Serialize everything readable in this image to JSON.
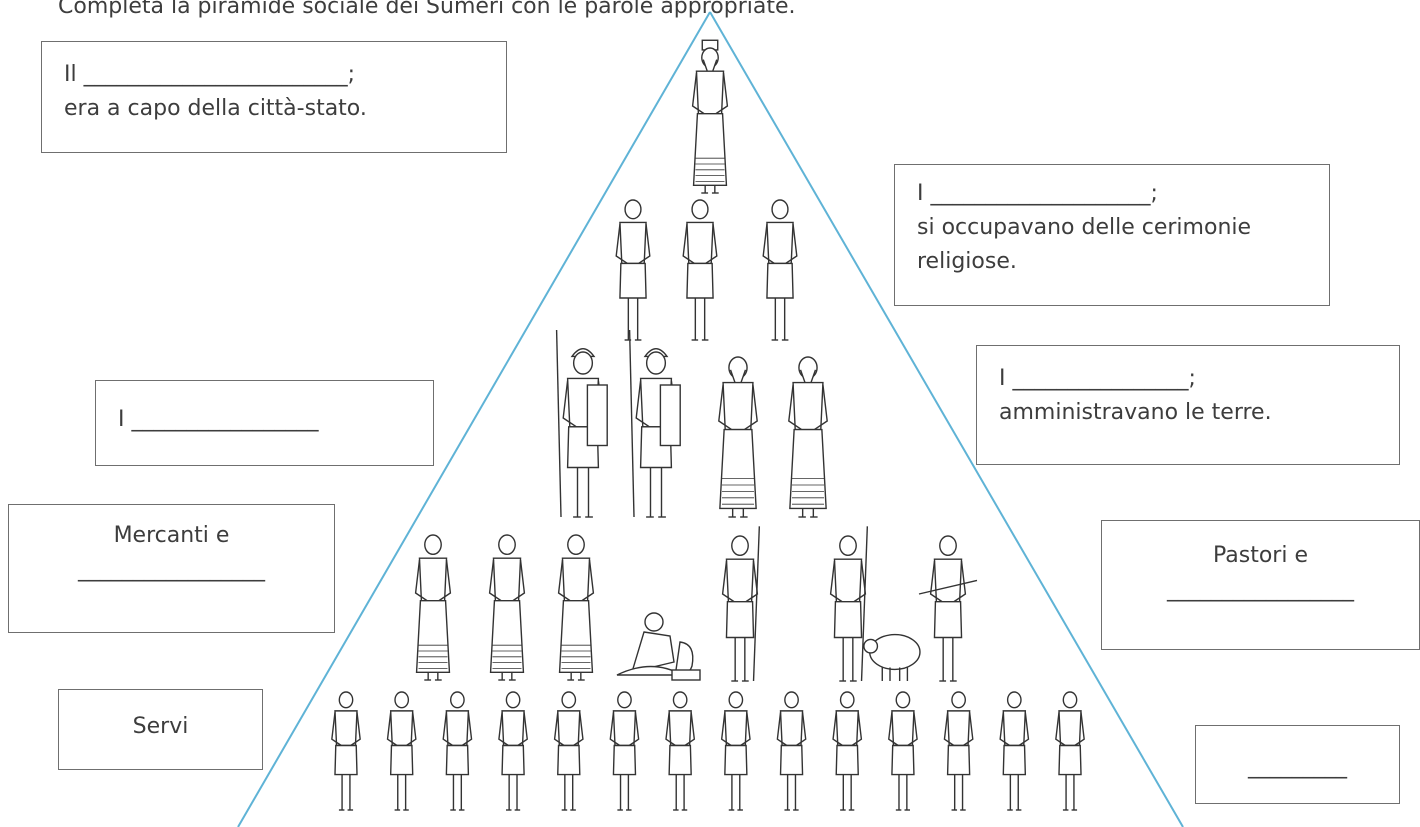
{
  "header": {
    "cut_off_text": "Completa la piramide sociale dei Sumeri con le parole appropriate."
  },
  "boxes": {
    "re": {
      "line1": "Il ________________________;",
      "line2": "era a capo della città-stato."
    },
    "sacerdoti": {
      "line1": "I ____________________;",
      "line2": "si occupavano delle cerimonie",
      "line3": "religiose."
    },
    "soldati": {
      "line1": "I _________________"
    },
    "funzionari": {
      "line1": "I ________________;",
      "line2": "amministravano le terre."
    },
    "mercanti": {
      "line1": "Mercanti e",
      "line2": "_________________"
    },
    "pastori": {
      "line1": "Pastori e",
      "line2": "_________________"
    },
    "servi": {
      "line1": "Servi"
    },
    "schiavi": {
      "line1": "_________"
    }
  },
  "figures": {
    "level1": [
      "king"
    ],
    "level2": [
      "priest",
      "priest",
      "priest"
    ],
    "level3": [
      "soldier",
      "soldier",
      "official",
      "official"
    ],
    "level4": [
      "merchant",
      "merchant",
      "merchant",
      "artisan",
      "farmer",
      "farmer",
      "shepherd"
    ],
    "level5_count": 14
  },
  "colors": {
    "pyramid_edge": "#5fb3d6",
    "box_border": "#6f6f6f",
    "figure_stroke": "#333333"
  }
}
